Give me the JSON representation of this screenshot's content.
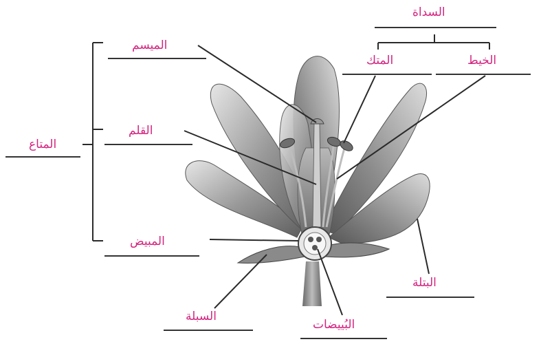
{
  "labels": {
    "stigma": "الميسم",
    "style": "القلم",
    "ovary": "المبيض",
    "pistil": "المتاع",
    "stamen": "السداة",
    "anther": "المتك",
    "filament": "الخيط",
    "petal": "البتلة",
    "sepal": "السبلة",
    "ovules": "البُييضات"
  },
  "colors": {
    "label_text": "#d4237f",
    "line": "#2a2a2a",
    "blank": "#333333"
  }
}
